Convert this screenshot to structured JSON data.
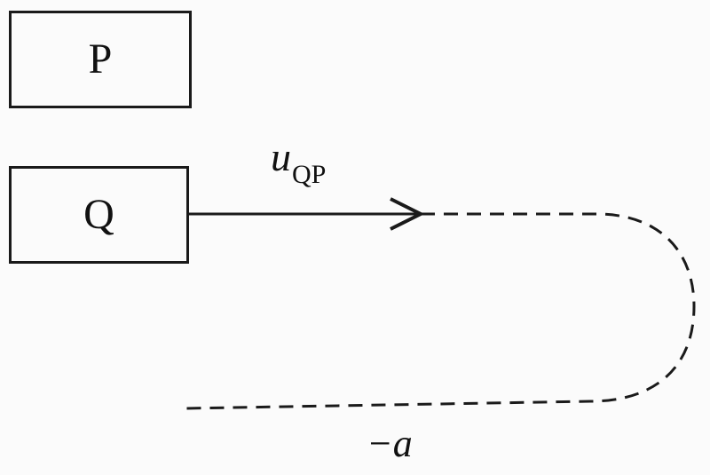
{
  "boxes": {
    "p_label": "P",
    "q_label": "Q"
  },
  "labels": {
    "velocity_symbol": "u",
    "velocity_subscript": "QP",
    "acceleration": "−a"
  },
  "colors": {
    "stroke": "#1a1a1a",
    "background": "#fbfbfb"
  }
}
